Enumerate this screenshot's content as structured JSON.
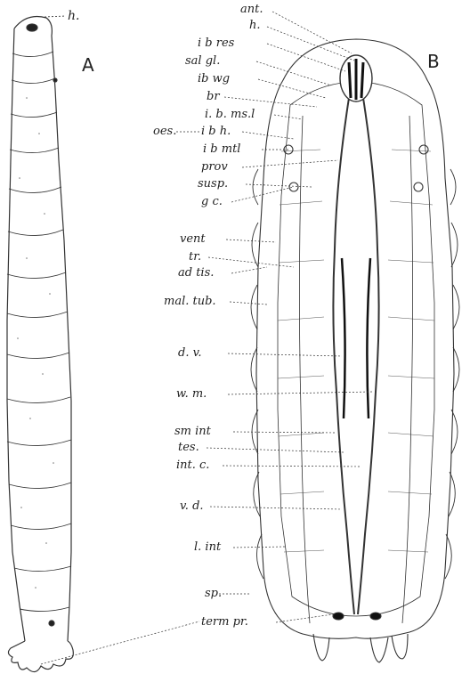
{
  "panels": [
    {
      "id": "A",
      "letter": "A"
    },
    {
      "id": "B",
      "letter": "B"
    }
  ],
  "labels_a": {
    "h": "h."
  },
  "labels_b_left": [
    {
      "key": "ant",
      "text": "ant."
    },
    {
      "key": "h",
      "text": "h."
    },
    {
      "key": "ibres",
      "text": "i b res"
    },
    {
      "key": "salgl",
      "text": "sal gl."
    },
    {
      "key": "ibwg",
      "text": "ib wg"
    },
    {
      "key": "br",
      "text": "br"
    },
    {
      "key": "ibmsl",
      "text": "i. b. ms.l"
    },
    {
      "key": "oes",
      "text": "oes."
    },
    {
      "key": "ibh",
      "text": "i b h."
    },
    {
      "key": "ibmtl",
      "text": "i b mtl"
    },
    {
      "key": "prov",
      "text": "prov"
    },
    {
      "key": "susp",
      "text": "susp."
    },
    {
      "key": "gc",
      "text": "g c."
    },
    {
      "key": "vent",
      "text": "vent"
    },
    {
      "key": "tr",
      "text": "tr."
    },
    {
      "key": "adtis",
      "text": "ad tis."
    },
    {
      "key": "maltub",
      "text": "mal. tub."
    },
    {
      "key": "dv",
      "text": "d. v."
    },
    {
      "key": "wm",
      "text": "w. m."
    },
    {
      "key": "smint",
      "text": "sm int"
    },
    {
      "key": "tes",
      "text": "tes."
    },
    {
      "key": "intc",
      "text": "int. c."
    },
    {
      "key": "vd",
      "text": "v. d."
    },
    {
      "key": "lint",
      "text": "l. int"
    },
    {
      "key": "sp",
      "text": "sp."
    },
    {
      "key": "termpr",
      "text": "term pr."
    }
  ],
  "colors": {
    "ink": "#222222",
    "paper": "#ffffff",
    "stipple": "#888888"
  }
}
